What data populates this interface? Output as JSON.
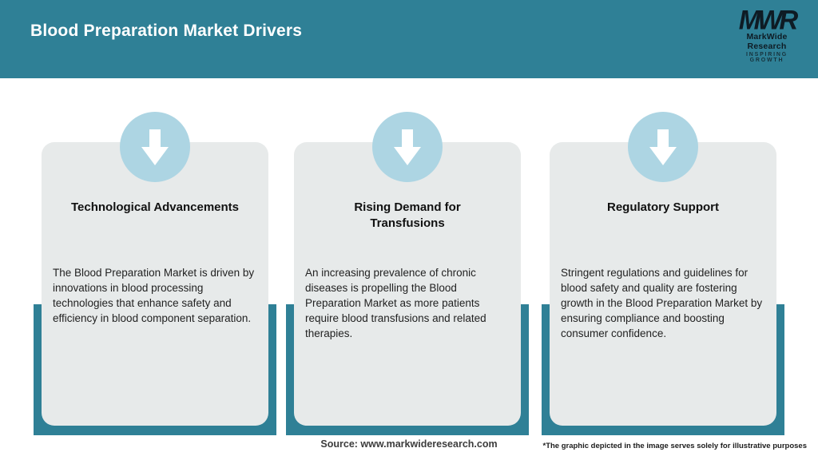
{
  "header": {
    "title": "Blood Preparation Market Drivers",
    "logo": {
      "monogram": "MWR",
      "name": "MarkWide Research",
      "tagline": "INSPIRING GROWTH"
    }
  },
  "cards": [
    {
      "icon": "down-arrow-icon",
      "title": "Technological Advancements",
      "description": "The Blood Preparation Market is driven by innovations in blood processing technologies that enhance safety and efficiency in blood component separation."
    },
    {
      "icon": "down-arrow-icon",
      "title": "Rising Demand for Transfusions",
      "description": "An increasing prevalence of chronic diseases is propelling the Blood Preparation Market as more patients require blood transfusions and related therapies."
    },
    {
      "icon": "down-arrow-icon",
      "title": "Regulatory Support",
      "description": "Stringent regulations and guidelines for blood safety and quality are fostering growth in the Blood Preparation Market by ensuring compliance and boosting consumer confidence."
    }
  ],
  "footer": {
    "source": "Source: www.markwideresearch.com",
    "disclaimer": "*The graphic depicted in the image serves solely for illustrative purposes"
  },
  "colors": {
    "teal": "#2F8096",
    "card_bg": "#E7EAEA",
    "circle_blue": "#ADD5E3",
    "title_ink": "#111111",
    "body_ink": "#222222",
    "source_ink": "#3C3C3C",
    "white": "#FFFFFF"
  }
}
